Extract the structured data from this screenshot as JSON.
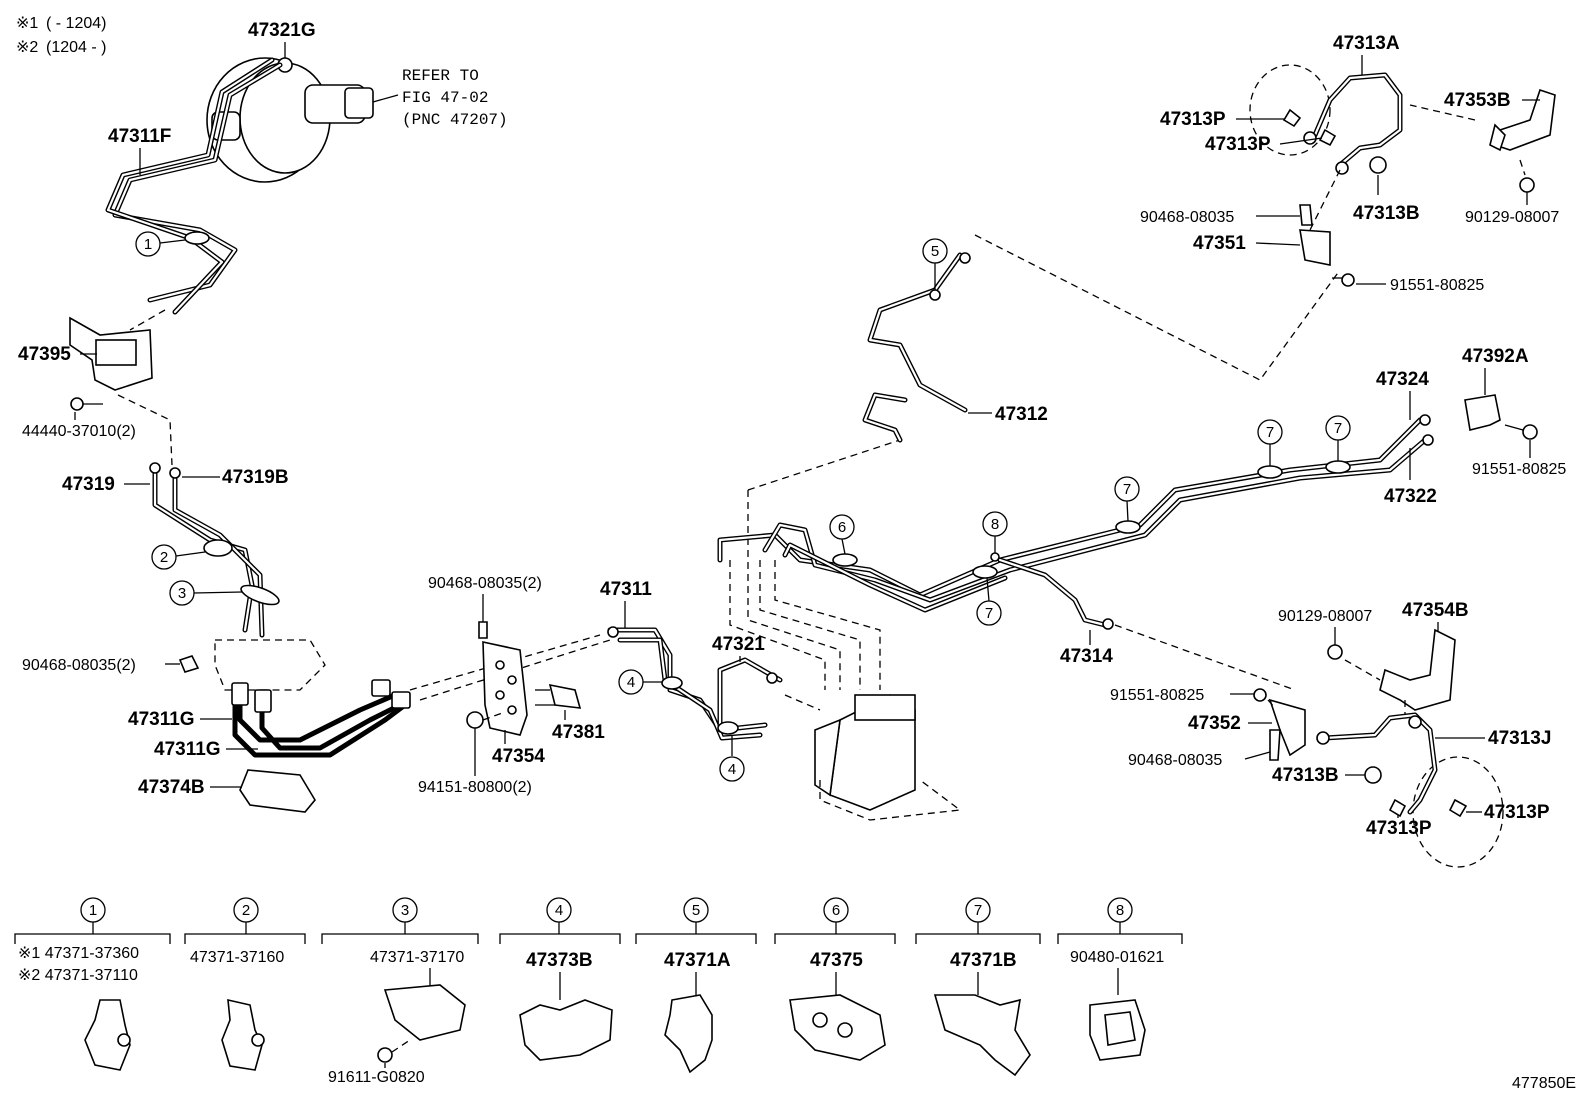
{
  "header": {
    "legend1_mark": "※1",
    "legend1_range": "(        - 1204)",
    "legend2_mark": "※2",
    "legend2_range": "(1204 -        )"
  },
  "refer_note": {
    "line1": "REFER TO",
    "line2": "FIG 47-02",
    "line3": "(PNC 47207)"
  },
  "part_labels": {
    "p47321G": "47321G",
    "p47311F": "47311F",
    "p47395": "47395",
    "p44440": "44440-37010(2)",
    "p47319": "47319",
    "p47319B": "47319B",
    "p90468a": "90468-08035(2)",
    "p47311G_1": "47311G",
    "p47311G_2": "47311G",
    "p47374B": "47374B",
    "p90468b": "90468-08035(2)",
    "p47311": "47311",
    "p47354": "47354",
    "p47381": "47381",
    "p94151": "94151-80800(2)",
    "p47321": "47321",
    "p47312": "47312",
    "p47314": "47314",
    "p47313A": "47313A",
    "p47313P_1": "47313P",
    "p47313P_2": "47313P",
    "p47353B": "47353B",
    "p47313B_1": "47313B",
    "p90129a": "90129-08007",
    "p90468c": "90468-08035",
    "p47351": "47351",
    "p91551a": "91551-80825",
    "p47324": "47324",
    "p47392A": "47392A",
    "p91551b": "91551-80825",
    "p47322": "47322",
    "p90129b": "90129-08007",
    "p47354B": "47354B",
    "p91551c": "91551-80825",
    "p47352": "47352",
    "p47313J": "47313J",
    "p90468d": "90468-08035",
    "p47313B_2": "47313B",
    "p47313P_3": "47313P",
    "p47313P_4": "47313P"
  },
  "callouts": {
    "c1": "1",
    "c2": "2",
    "c3": "3",
    "c4a": "4",
    "c4b": "4",
    "c5": "5",
    "c6": "6",
    "c7a": "7",
    "c7b": "7",
    "c7c": "7",
    "c7d": "7",
    "c8": "8"
  },
  "legend_boxes": [
    {
      "num": "1",
      "line1": "※1 47371-37360",
      "line2": "※2 47371-37110",
      "extra": ""
    },
    {
      "num": "2",
      "line1": "47371-37160",
      "line2": "",
      "extra": ""
    },
    {
      "num": "3",
      "line1": "47371-37170",
      "line2": "",
      "extra": "91611-G0820"
    },
    {
      "num": "4",
      "line1": "47373B",
      "line2": "",
      "extra": ""
    },
    {
      "num": "5",
      "line1": "47371A",
      "line2": "",
      "extra": ""
    },
    {
      "num": "6",
      "line1": "47375",
      "line2": "",
      "extra": ""
    },
    {
      "num": "7",
      "line1": "47371B",
      "line2": "",
      "extra": ""
    },
    {
      "num": "8",
      "line1": "90480-01621",
      "line2": "",
      "extra": ""
    }
  ],
  "figure_code": "477850E"
}
